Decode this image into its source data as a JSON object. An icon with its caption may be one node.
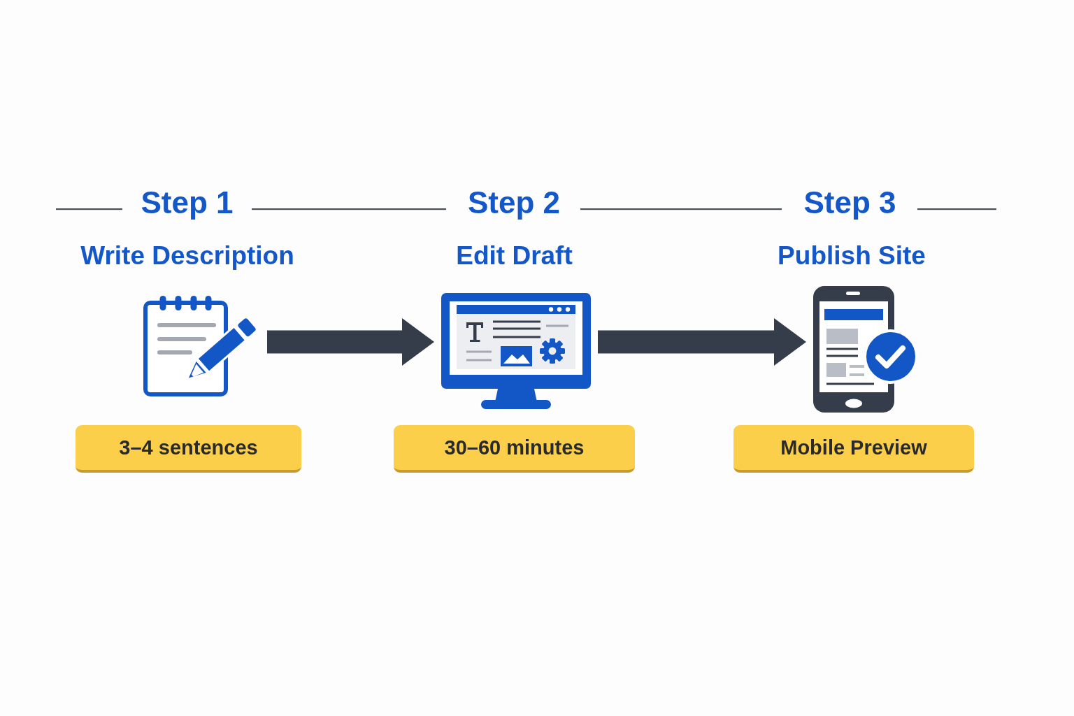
{
  "diagram": {
    "nodes": [
      {
        "text": [],
        "shape": "picture",
        "beside": [
          "Step 1",
          "Write Description"
        ]
      },
      {
        "text": [
          "3–4 sentences"
        ]
      },
      {
        "text": [],
        "shape": "picture",
        "beside": [
          "Step 2",
          "Edit Draft"
        ]
      },
      {
        "text": [
          "30–60 minutes"
        ]
      },
      {
        "text": [],
        "shape": "picture",
        "beside": [
          "Step 3",
          "Publish Site"
        ]
      },
      {
        "text": [
          "Mobile Preview"
        ]
      }
    ],
    "edges": [
      {
        "from": 0,
        "to": 2,
        "arrow": "to"
      },
      {
        "from": 2,
        "to": 4,
        "arrow": "to"
      }
    ]
  }
}
